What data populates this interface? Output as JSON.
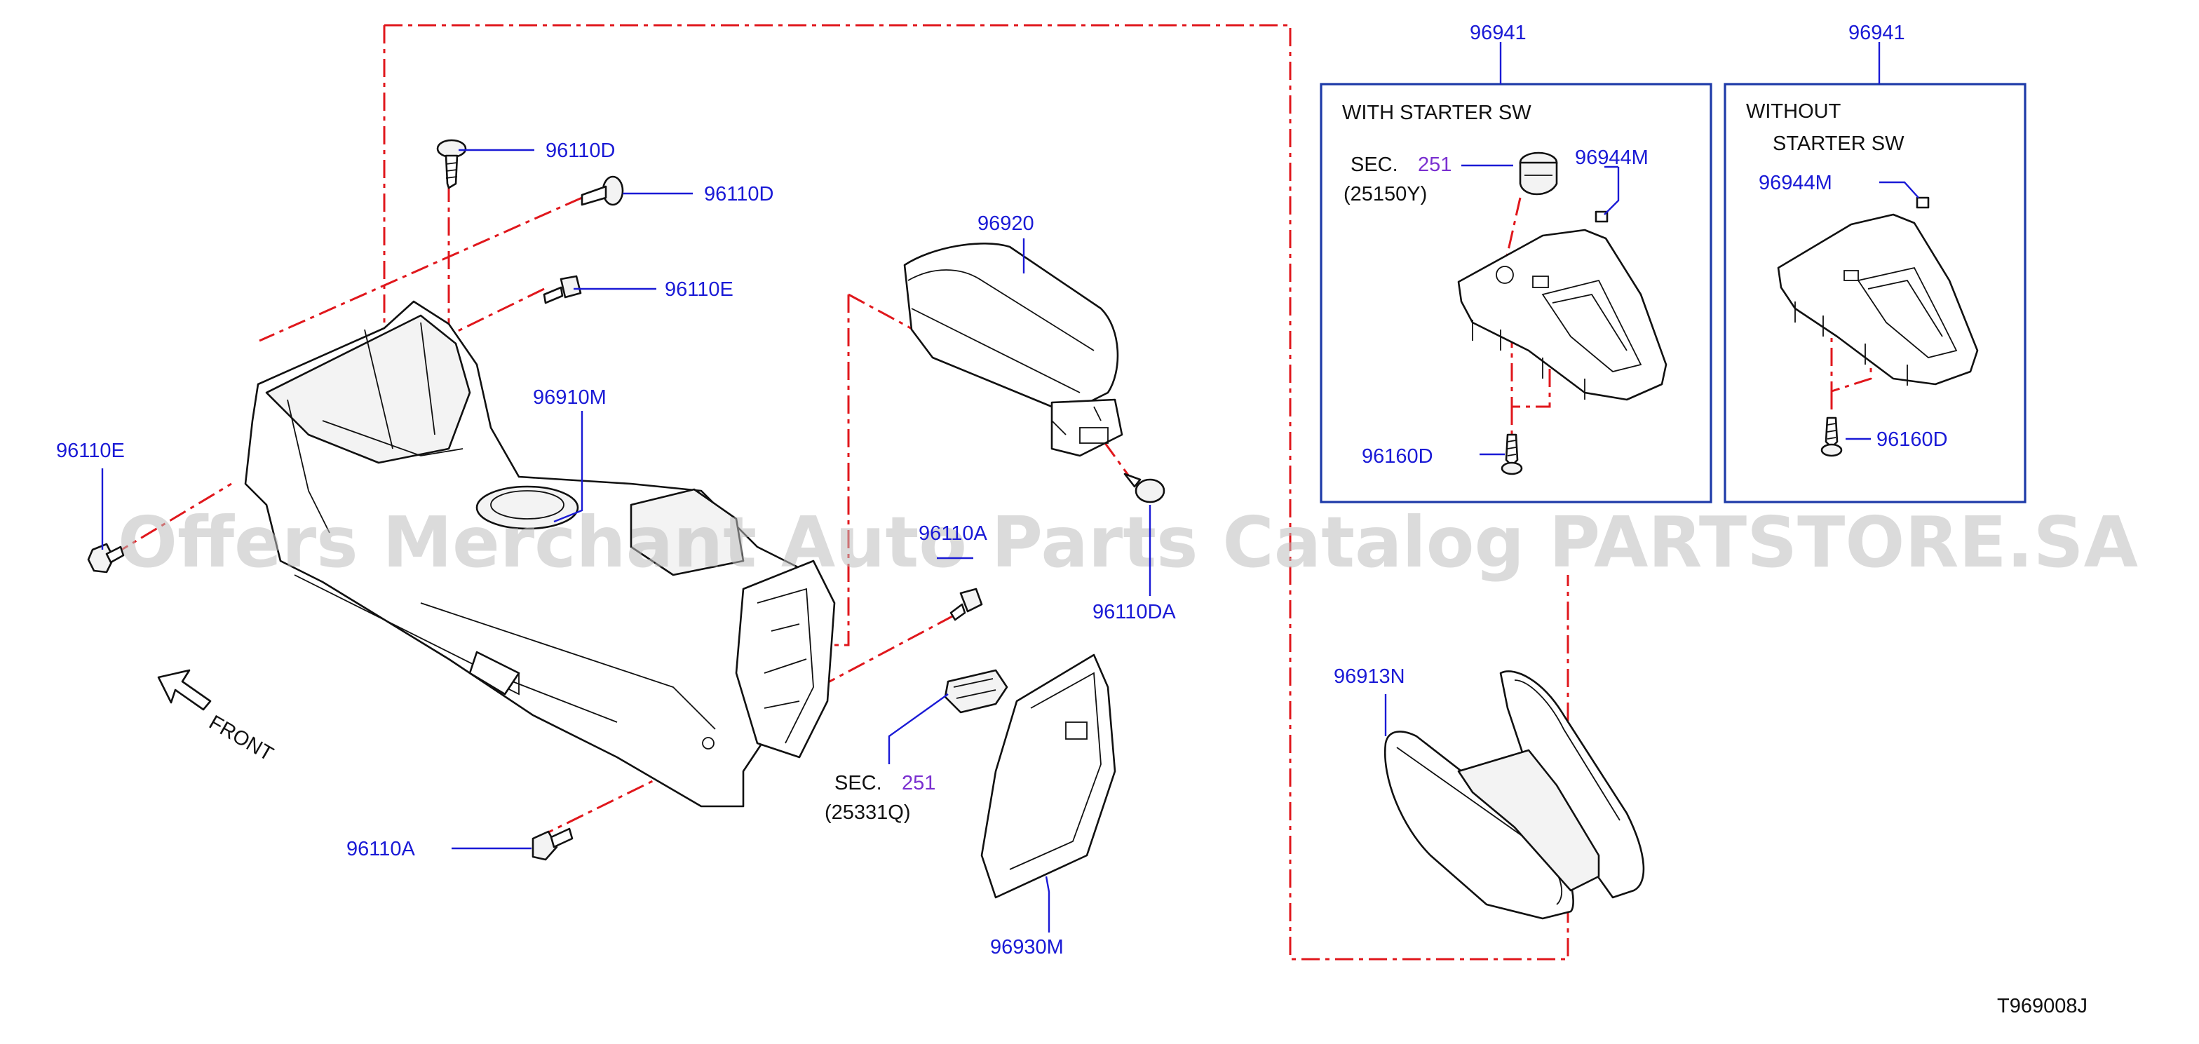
{
  "diagram_id": "T969008J",
  "watermark": "Offers Merchant Auto Parts Catalog PARTSTORE.SA",
  "front_label": "FRONT",
  "variant_boxes": [
    {
      "part_no": "96941",
      "title_line1": "WITH  STARTER  SW",
      "title_line2": ""
    },
    {
      "part_no": "96941",
      "title_line1": "WITHOUT",
      "title_line2": "STARTER  SW"
    }
  ],
  "callouts": {
    "c96110D_top": "96110D",
    "c96110D_mid": "96110D",
    "c96110E_right": "96110E",
    "c96110E_left": "96110E",
    "c96910M": "96910M",
    "c96920": "96920",
    "c96110DA": "96110DA",
    "c96110A_small": "96110A",
    "c96110A_bottom": "96110A",
    "c96930M": "96930M",
    "c96913N": "96913N",
    "c96944M_with": "96944M",
    "c96944M_without": "96944M",
    "c96160D_with": "96160D",
    "c96160D_without": "96160D"
  },
  "section_refs": [
    {
      "prefix": "SEC.",
      "number": "251",
      "part": "(25150Y)"
    },
    {
      "prefix": "SEC.",
      "number": "251",
      "part": "(25331Q)"
    }
  ],
  "colors": {
    "label_blue": "#1a1ad6",
    "section_purple": "#7a2fd0",
    "assembly_red": "#e0171c",
    "box_navy": "#1d3aa8"
  }
}
